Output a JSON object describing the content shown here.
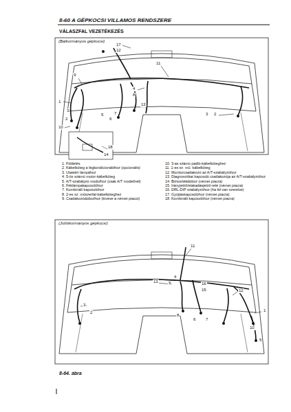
{
  "diagram": {
    "title": "VÁLASZFAL VEZETÉKEZÉS",
    "caption": "8-64. ábra",
    "labels": [
      "8-60 A GÉPKOCSI VILLAMOS RENDSZERE",
      "(Balkormányos gépkocsi)",
      "17",
      "12",
      "11",
      "9",
      "4",
      "8",
      "13",
      "3",
      "1",
      "7",
      "6",
      "5",
      "10",
      "2",
      "18",
      "14",
      "3",
      "2",
      "1. Földelés",
      "2. Kábelköteg a légkondicionálóhoz (opcionális)",
      "3. Utastéri lámpához",
      "4. 5-ös számú motor-kábelköteg",
      "5. A/T-szabályzó modulhoz (csak A/T modellnél)",
      "6. Féklámpakapcsolóhoz",
      "7. Kombinált kapcsolóhoz",
      "8. 2-es sz. műszerfal-kábelköteghez",
      "9. Csatlakozódobozhoz (kivéve a német piacot)",
      "10. 3-as számú padló-kábelköteghez",
      "11. 1-es sz. mű. kábelköteg",
      "12. Monitorcsatlakozó az A/T-szabályzóhoz",
      "13. Diagnosztikai kapcsoló csatlakozója az A/T-szabályzóhoz",
      "14. Biztosítékdoboz (német piacra)",
      "15. Irányjelző/elakadásjelző-relé (német piacra)",
      "16. DRL-DIP szabályzóhoz (ha fel van szerelve)",
      "17. Gyújtáskapcsolóhoz (német piacra)",
      "18. Kombinált kapcsolóhoz (német piacra)",
      "(Jobbkormányos gépkocsi)",
      "11",
      "12",
      "16",
      "15",
      "4",
      "9",
      "13",
      "3",
      "2",
      "1",
      "8",
      "6",
      "7",
      "10",
      "5"
    ]
  }
}
